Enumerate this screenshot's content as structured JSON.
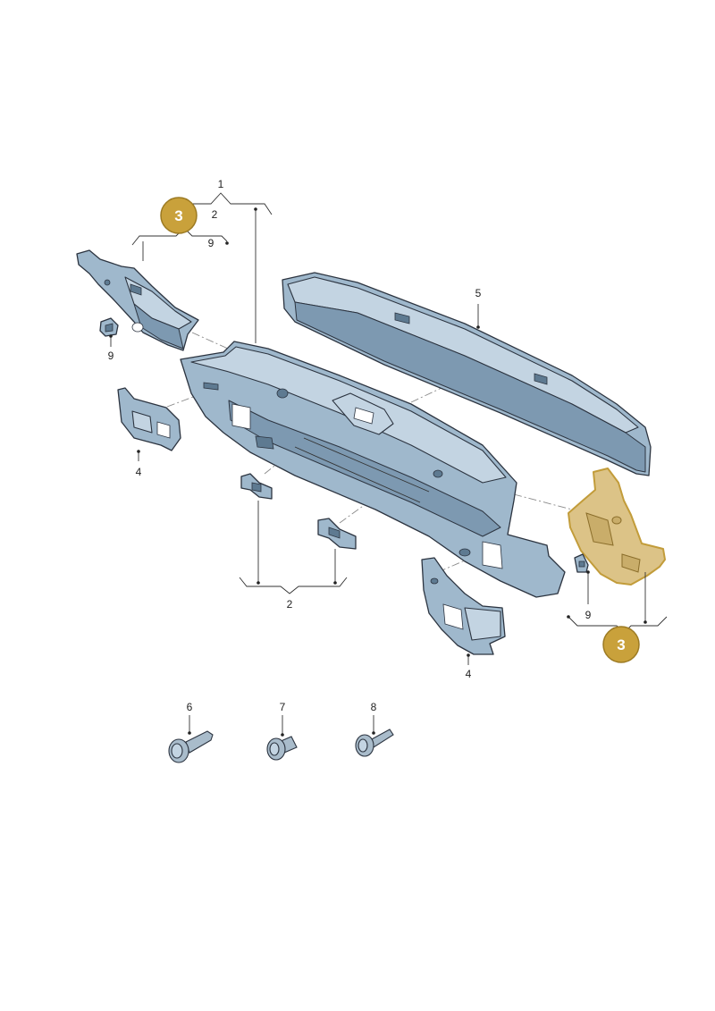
{
  "diagram": {
    "callouts": {
      "top_bracket_1": "1",
      "top_bracket_2": "2",
      "left_group_9": "9",
      "left_bracket_9": "9",
      "left_bracket_4": "4",
      "panel_5": "5",
      "bottom_group_2": "2",
      "right_bracket_4": "4",
      "right_group_9": "9",
      "screw_6": "6",
      "pin_7": "7",
      "screw_8": "8"
    },
    "badges": {
      "left": "3",
      "right": "3"
    },
    "colors": {
      "part_fill": "#9fb8cc",
      "highlight_fill": "#dcc387",
      "badge_fill": "#c9a13b"
    }
  }
}
